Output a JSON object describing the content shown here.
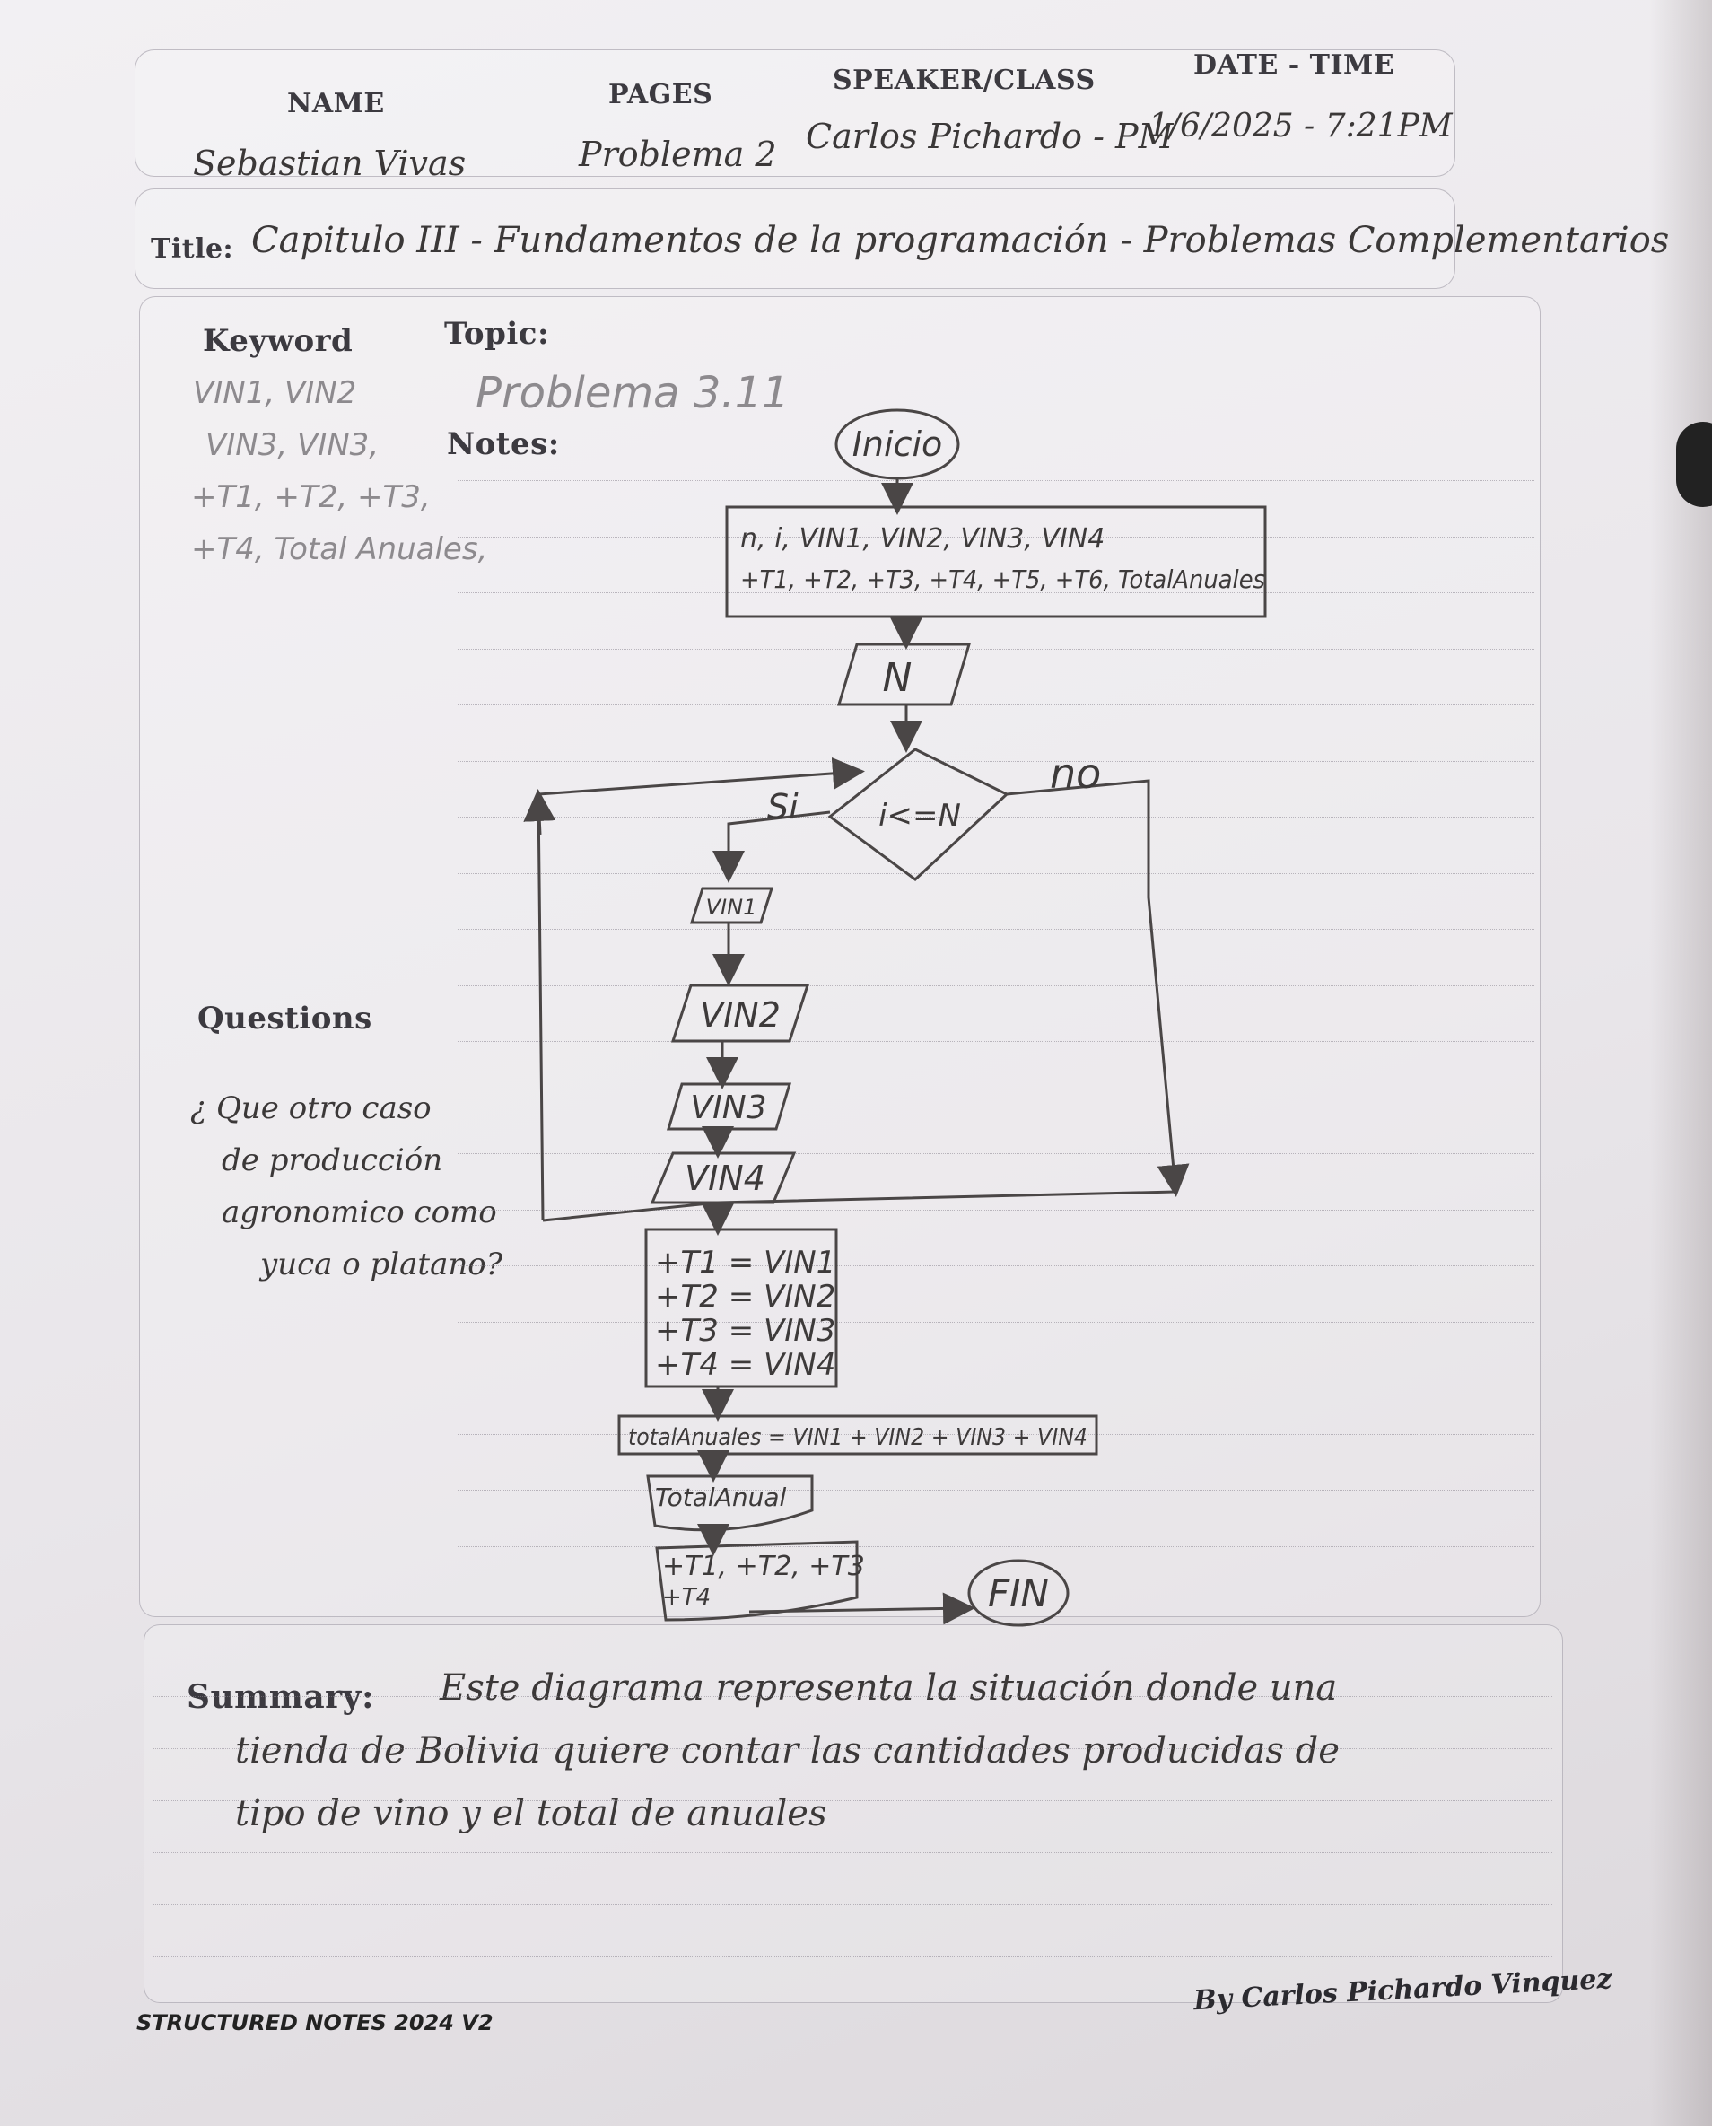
{
  "header": {
    "name_label": "NAME",
    "name_value": "Sebastian Vivas",
    "pages_label": "PAGES",
    "pages_value": "Problema 2",
    "speaker_label": "SPEAKER/CLASS",
    "speaker_value": "Carlos Pichardo - PM",
    "datetime_label": "DATE - TIME",
    "datetime_value": "1/6/2025 - 7:21PM"
  },
  "title": {
    "label": "Title:",
    "value": "Capitulo III - Fundamentos de la programación - Problemas Complementarios"
  },
  "left_column": {
    "keyword_label": "Keyword",
    "keyword_lines": [
      "VIN1, VIN2",
      "VIN3, VIN3,",
      "+T1, +T2, +T3,",
      "+T4, Total Anuales,"
    ],
    "questions_label": "Questions",
    "question_lines": [
      "¿ Que otro caso",
      "de producción",
      "agronomico como",
      "yuca o platano?"
    ]
  },
  "notes": {
    "topic_label": "Topic:",
    "topic_value": "Problema 3.11",
    "notes_label": "Notes:"
  },
  "flowchart": {
    "start": "Inicio",
    "declare_line1": "n, i, VIN1, VIN2, VIN3, VIN4",
    "declare_line2": "+T1, +T2, +T3, +T4, +T5, +T6, TotalAnuales",
    "input_n": "N",
    "condition": "i<=N",
    "yes_label": "Si",
    "no_label": "no",
    "input_vin1": "VIN1",
    "input_vin2": "VIN2",
    "input_vin3": "VIN3",
    "input_vin4": "VIN4",
    "assign_lines": [
      "+T1 = VIN1",
      "+T2 = VIN2",
      "+T3 = VIN3",
      "+T4 = VIN4"
    ],
    "total_formula": "totalAnuales = VIN1 + VIN2 + VIN3 + VIN4",
    "output_total": "TotalAnual",
    "output_doc_line1": "+T1, +T2, +T3",
    "output_doc_line2": "+T4",
    "end": "FIN"
  },
  "summary": {
    "label": "Summary:",
    "lines": [
      "Este diagrama representa la situación donde una",
      "tienda de Bolivia quiere contar las cantidades producidas de",
      "tipo de vino y el total de anuales"
    ]
  },
  "footer": {
    "brand": "STRUCTURED NOTES 2024 V2",
    "author": "By Carlos Pichardo Vinquez"
  }
}
